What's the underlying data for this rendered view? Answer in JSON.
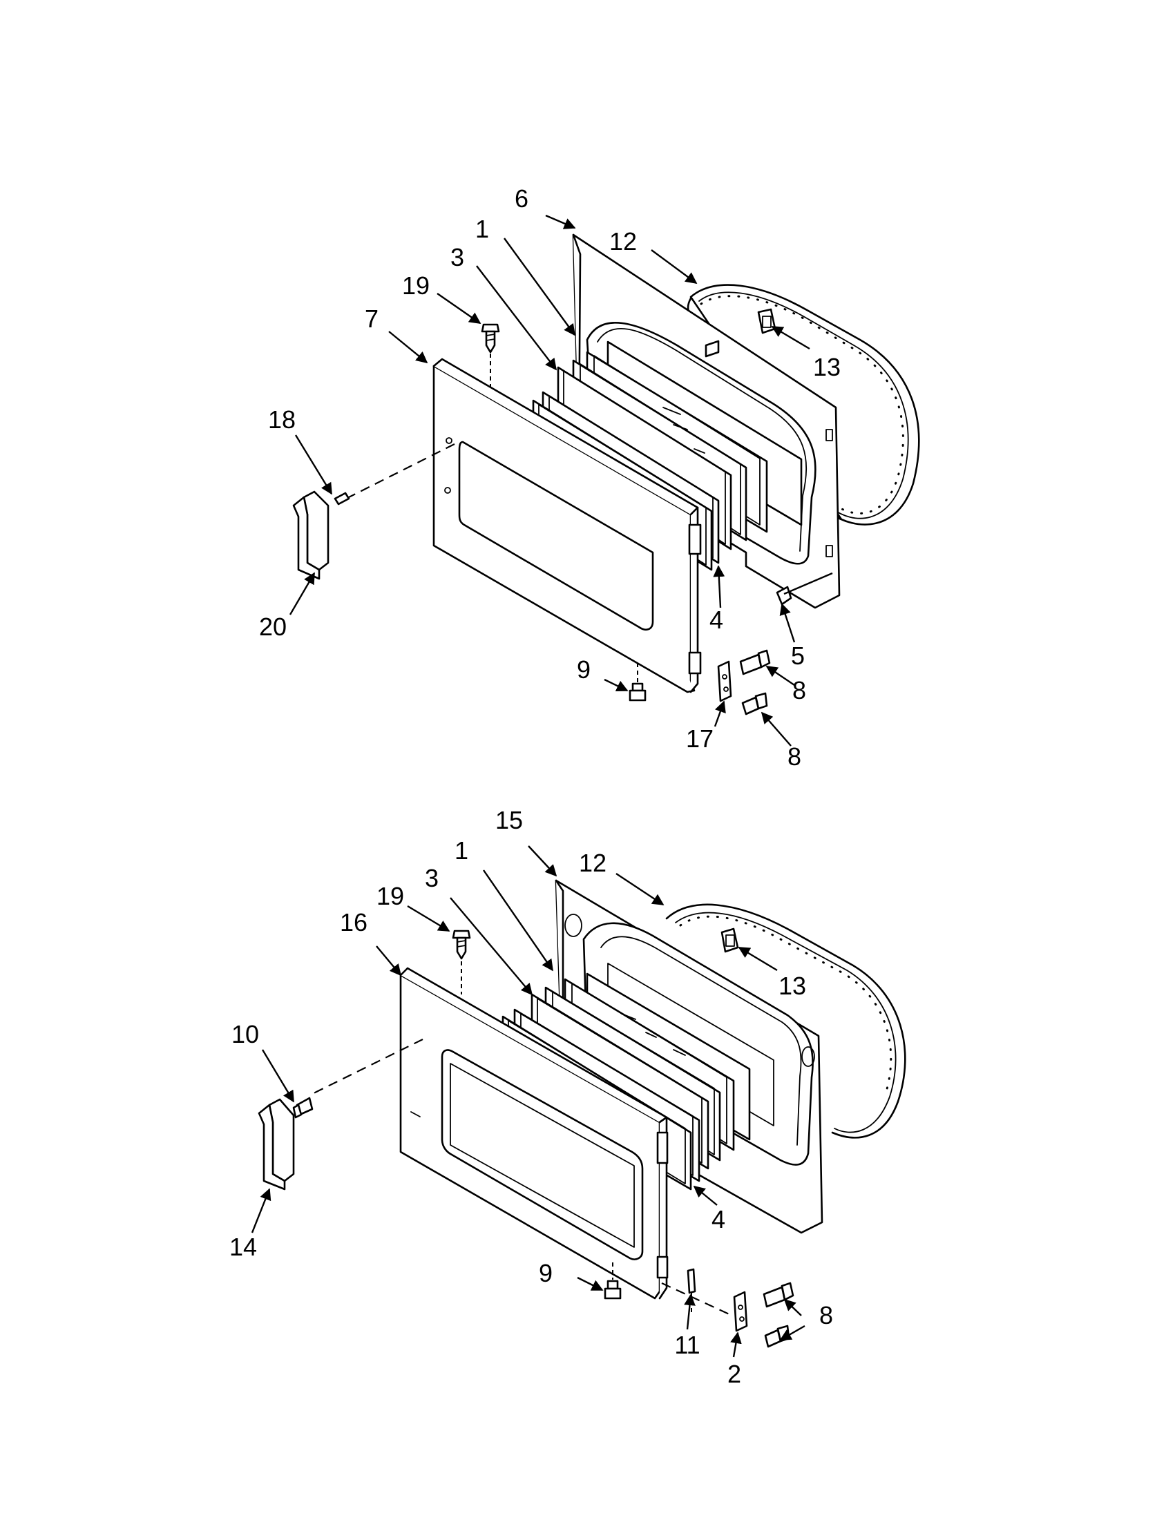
{
  "diagram": {
    "colors": {
      "line": "#000000",
      "background": "#ffffff"
    },
    "upper_assembly": {
      "callouts": [
        "6",
        "12",
        "1",
        "3",
        "19",
        "7",
        "13",
        "18",
        "20",
        "4",
        "5",
        "9",
        "8",
        "8",
        "17"
      ]
    },
    "lower_assembly": {
      "callouts": [
        "15",
        "12",
        "1",
        "3",
        "19",
        "16",
        "13",
        "10",
        "14",
        "4",
        "9",
        "8",
        "8",
        "11",
        "2"
      ]
    }
  }
}
